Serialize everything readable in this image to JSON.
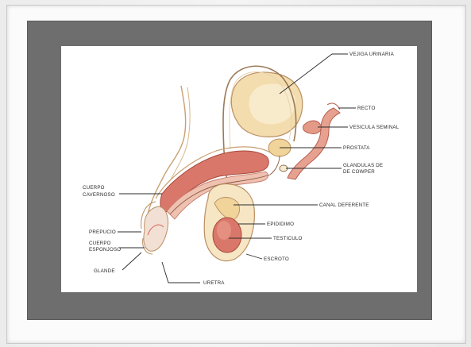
{
  "labels": {
    "vejiga": "VEJIGA URINARIA",
    "recto": "RECTO",
    "vesicula": "VESICULA SEMINAL",
    "prostata": "PROSTATA",
    "glandulas_1": "GLANDULAS DE",
    "glandulas_2": "DE COWPER",
    "canal": "CANAL DEFERENTE",
    "epididimo": "EPIDIDIMO",
    "testiculo": "TESTICULO",
    "escroto": "ESCROTO",
    "uretra": "URETRA",
    "glande": "GLANDE",
    "prepucio": "PREPUCIO",
    "cuerpo_esp_1": "CUERPO",
    "cuerpo_esp_2": "ESPONJOSO",
    "cuerpo_cav_1": "CUERPO",
    "cuerpo_cav_2": "CAVERNOSO"
  },
  "colors": {
    "mat": "#6e6e6e",
    "tissue_red": "#d9786a",
    "tissue_pink": "#efc1b1",
    "tissue_beige": "#f3dcae",
    "tissue_cream": "#f7ebcf",
    "outline": "#b98f62"
  }
}
